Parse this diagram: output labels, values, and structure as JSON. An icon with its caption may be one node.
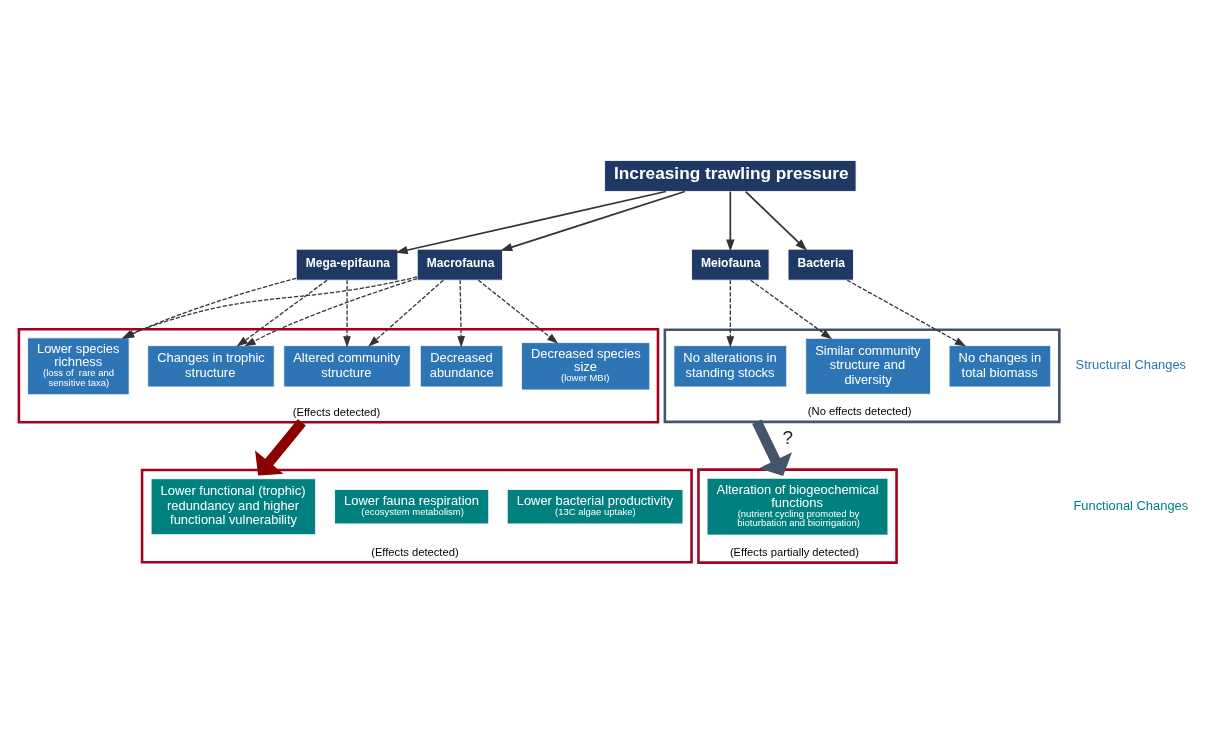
{
  "diagram": {
    "nodes": [
      {
        "text": [
          "Increasing trawling pressure"
        ]
      },
      {
        "text": [
          "Mega-epifauna"
        ]
      },
      {
        "text": [
          "Macrofauna"
        ]
      },
      {
        "text": [
          "Meiofauna"
        ]
      },
      {
        "text": [
          "Bacteria"
        ]
      },
      {
        "text": [
          "(Effects detected)"
        ]
      },
      {
        "text": [
          "Altered community structure"
        ],
        "in": 5
      },
      {
        "text": [
          "Lower species richness",
          "(loss of  rare and sensitive taxa)"
        ],
        "in": 5
      },
      {
        "text": [
          "Changes in trophic structure"
        ],
        "in": 5
      },
      {
        "text": [
          "Decreased abundance"
        ],
        "in": 5
      },
      {
        "text": [
          "Decreased species size",
          "(lower MBI)"
        ],
        "in": 5
      },
      {
        "text": [
          "(No effects detected)"
        ]
      },
      {
        "text": [
          "No alterations in standing stocks"
        ],
        "in": 11
      },
      {
        "text": [
          "Similar community structure and diversity"
        ],
        "in": 11
      },
      {
        "text": [
          "No changes in total biomass"
        ],
        "in": 11
      },
      {
        "text": [
          "(Effects detected)"
        ]
      },
      {
        "text": [
          "Lower functional (trophic) redundancy and higher functional vulnerability"
        ],
        "in": 15
      },
      {
        "text": [
          "Lower fauna respiration",
          "(ecosystem metabolism)"
        ],
        "in": 15
      },
      {
        "text": [
          "Lower bacterial productivity",
          "(13C algae uptake)"
        ],
        "in": 15
      },
      {
        "text": [
          "(Effects partially detected)"
        ]
      },
      {
        "text": [
          "Alteration of biogeochemical functions",
          "(nutrient cycling promoted by bioturbation and bioirrigation)"
        ],
        "in": 19
      }
    ],
    "edges": [
      {
        "from": 0,
        "to": 1,
        "arrow": "to"
      },
      {
        "from": 0,
        "to": 2,
        "arrow": "to"
      },
      {
        "from": 0,
        "to": 3,
        "arrow": "to"
      },
      {
        "from": 0,
        "to": 4,
        "arrow": "to"
      },
      {
        "from": 1,
        "to": 6,
        "arrow": "to",
        "style": "dashed"
      },
      {
        "from": 1,
        "to": 7,
        "arrow": "to",
        "style": "dashed"
      },
      {
        "from": 1,
        "to": 8,
        "arrow": "to",
        "style": "dashed"
      },
      {
        "from": 2,
        "to": 6,
        "arrow": "to",
        "style": "dashed"
      },
      {
        "from": 2,
        "to": 7,
        "arrow": "to",
        "style": "dashed"
      },
      {
        "from": 2,
        "to": 8,
        "arrow": "to",
        "style": "dashed"
      },
      {
        "from": 2,
        "to": 9,
        "arrow": "to",
        "style": "dashed"
      },
      {
        "from": 2,
        "to": 10,
        "arrow": "to",
        "style": "dashed"
      },
      {
        "from": 3,
        "to": 12,
        "arrow": "to",
        "style": "dashed"
      },
      {
        "from": 3,
        "to": 13,
        "arrow": "to",
        "style": "dashed"
      },
      {
        "from": 4,
        "to": 14,
        "arrow": "to",
        "style": "dashed"
      },
      {
        "from": 5,
        "to": 15,
        "arrow": "to",
        "style": "thick",
        "color": "#8b0000"
      },
      {
        "from": 11,
        "to": 19,
        "arrow": "to",
        "style": "thick",
        "color": "#44546a",
        "label": "?"
      }
    ],
    "labels": [
      "Structural Changes",
      "Functional Changes"
    ]
  }
}
